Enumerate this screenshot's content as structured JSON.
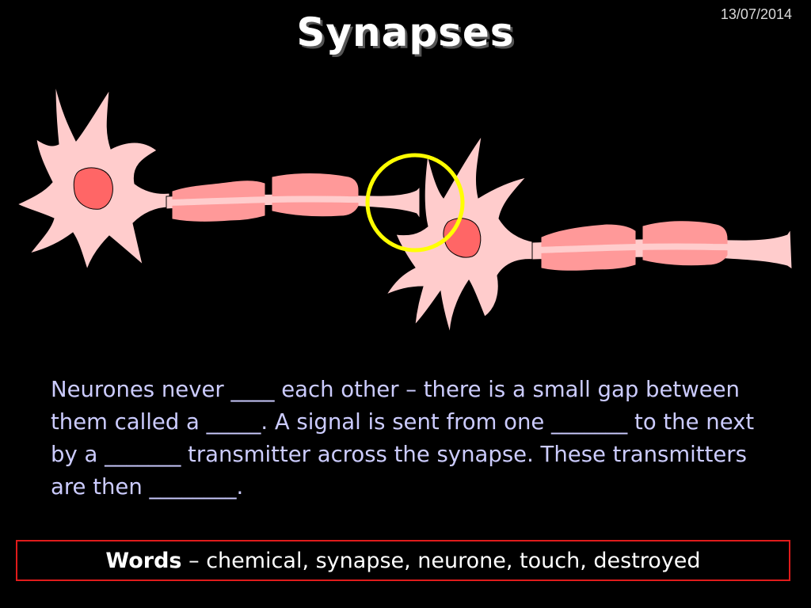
{
  "slide": {
    "title": "Synapses",
    "date": "13/07/2014",
    "body_text": "Neurones never ____ each other – there is a small gap between them called a _____.  A signal is sent from one _______ to the next by a _______ transmitter across the synapse.  These transmitters are then ________.",
    "words_label": "Words",
    "words_separator": " – ",
    "words_list": "chemical, synapse, neurone, touch, destroyed"
  },
  "colors": {
    "background": "#000000",
    "neurone_body": "#ffcccc",
    "nucleus": "#ff6666",
    "myelin": "#ff9999",
    "highlight_circle": "#ffff00",
    "body_text": "#ccccff",
    "words_border": "#e01b1b"
  },
  "icons": {
    "diagram": "neurone-pair-synapse-illustration"
  }
}
